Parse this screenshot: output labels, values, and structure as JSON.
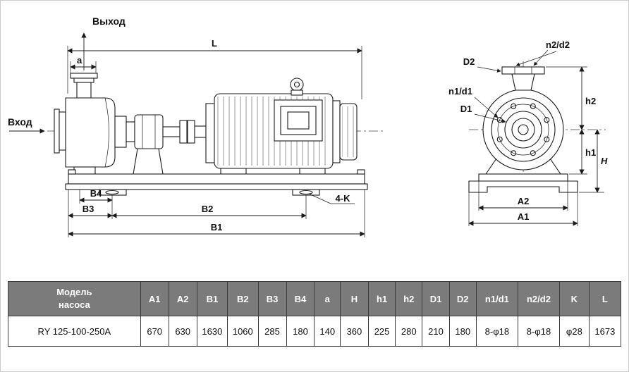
{
  "page": {
    "background": "#ffffff",
    "border_color": "#cccccc",
    "line_color": "#1a1a1a"
  },
  "diagram": {
    "side_view": {
      "outlet_label": "Выход",
      "inlet_label": "Вход",
      "dim_L": "L",
      "dim_a": "a",
      "dim_B4": "B4",
      "dim_B3": "B3",
      "dim_B2": "B2",
      "dim_B1": "B1",
      "bolt_callout": "4-K"
    },
    "end_view": {
      "dim_D2": "D2",
      "dim_n2d2": "n2/d2",
      "dim_n1d1": "n1/d1",
      "dim_D1": "D1",
      "dim_h2": "h2",
      "dim_h1": "h1",
      "dim_H": "H",
      "dim_A2": "A2",
      "dim_A1": "A1"
    }
  },
  "table": {
    "header_bg": "#7b7b7b",
    "header_text_color": "#ffffff",
    "model_header": "Модель насоса",
    "headers": [
      "A1",
      "A2",
      "B1",
      "B2",
      "B3",
      "B4",
      "a",
      "H",
      "h1",
      "h2",
      "D1",
      "D2",
      "n1/d1",
      "n2/d2",
      "K",
      "L"
    ],
    "rows": [
      {
        "model": "RY 125-100-250A",
        "values": [
          "670",
          "630",
          "1630",
          "1060",
          "285",
          "180",
          "140",
          "360",
          "225",
          "280",
          "210",
          "180",
          "8-φ18",
          "8-φ18",
          "φ28",
          "1673"
        ]
      }
    ]
  }
}
